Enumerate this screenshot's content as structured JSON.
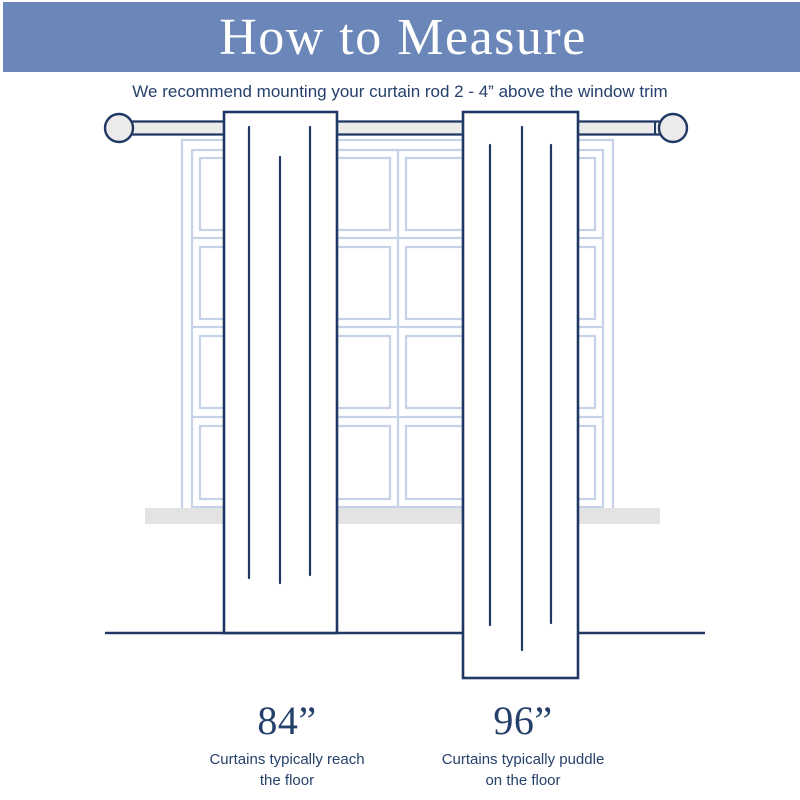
{
  "header": {
    "title": "How to Measure",
    "band_color": "#6b86b8"
  },
  "subtitle": {
    "text": "We recommend mounting your curtain rod 2 - 4” above the window trim"
  },
  "colors": {
    "navy": "#1f3864",
    "navy_text": "#25416b",
    "window_line": "#c5d2e8",
    "rod_fill": "#ebebeb",
    "sill_fill": "#e3e3e3",
    "white": "#ffffff"
  },
  "diagram": {
    "curtain_rod": {
      "name": "curtain-rod",
      "left_finial": "rod-finial-left",
      "right_finial": "rod-finial-right"
    },
    "window": {
      "name": "window-frame",
      "panel_columns": 4,
      "panel_rows": 4
    },
    "windowsill": {
      "name": "windowsill"
    },
    "floor_line": {
      "name": "floor-line"
    },
    "curtain_left": {
      "name": "curtain-panel-84",
      "length_inches": 84,
      "fold_count": 3
    },
    "curtain_right": {
      "name": "curtain-panel-96",
      "length_inches": 96,
      "fold_count": 3
    }
  },
  "measurements": [
    {
      "value": "84”",
      "caption_line1": "Curtains typically reach",
      "caption_line2": "the floor"
    },
    {
      "value": "96”",
      "caption_line1": "Curtains typically puddle",
      "caption_line2": "on the floor"
    }
  ]
}
